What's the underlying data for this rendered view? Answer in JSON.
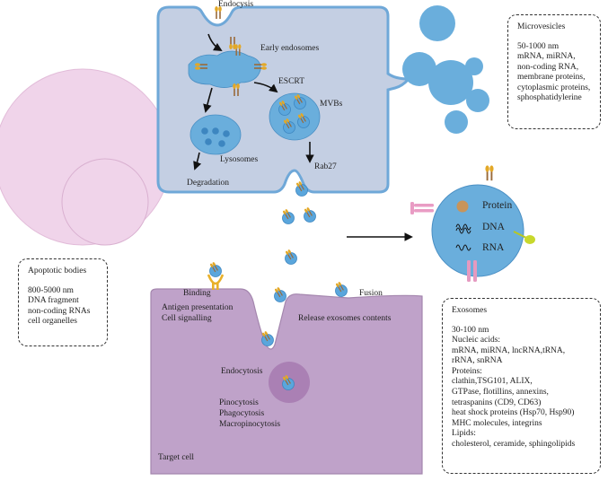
{
  "cell": {
    "endocysis": "Endocysis",
    "early_endosomes": "Early endosomes",
    "escrt": "ESCRT",
    "mvbs": "MVBs",
    "lysosomes": "Lysosomes",
    "degradation": "Degradation",
    "rab27": "Rab27"
  },
  "microvesicles_box": {
    "title": "Microvesicles",
    "lines": [
      "50-1000 nm",
      "mRNA, miRNA,",
      "non-coding RNA,",
      "membrane proteins,",
      "cytoplasmic proteins,",
      "sphosphatidylerine"
    ]
  },
  "apoptotic_box": {
    "title": "Apoptotic bodies",
    "lines": [
      "800-5000 nm",
      "DNA fragment",
      "non-coding RNAs",
      "cell organelles"
    ]
  },
  "exosome_content": {
    "protein": "Protein",
    "dna": "DNA",
    "rna": "RNA"
  },
  "exosomes_box": {
    "title": "Exosomes",
    "lines": [
      "30-100 nm",
      "Nucleic acids:",
      "mRNA, miRNA, lncRNA,tRNA,",
      "rRNA, snRNA",
      "Proteins:",
      "clathin,TSG101, ALIX,",
      "GTPase, flotillins, annexins,",
      "tetraspanins (CD9, CD63)",
      "heat shock proteins (Hsp70, Hsp90)",
      "MHC molecules, integrins",
      "Lipids:",
      "cholesterol, ceramide, sphingolipids"
    ]
  },
  "target": {
    "binding": "Binding",
    "fusion": "Fusion",
    "antigen_presentation": "Antigen presentation",
    "cell_signalling": "Cell signalling",
    "release": "Release exosomes contents",
    "endocytosis": "Endocytosis",
    "pinocytosis": "Pinocytosis",
    "phagocytosis": "Phagocytosis",
    "macropinocytosis": "Macropinocytosis",
    "target_cell": "Target cell"
  },
  "colors": {
    "cell_fill": "#c4cfe3",
    "cell_border": "#6fa8d8",
    "vesicle": "#6aaedc",
    "apoptotic": "#f0d4ea",
    "target_fill": "#bfa2c9",
    "receptor": "#e8b02a",
    "protein_brown": "#a06a3a"
  }
}
